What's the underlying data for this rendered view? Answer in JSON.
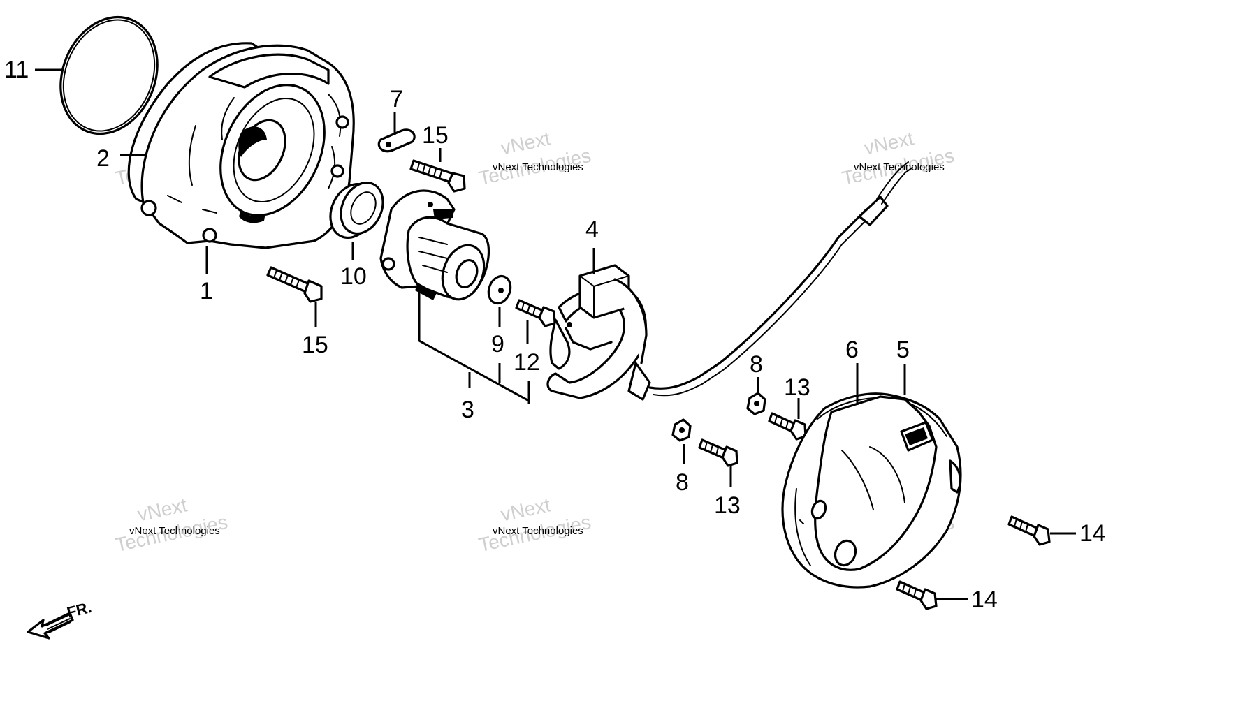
{
  "callouts": {
    "c1": "1",
    "c2": "2",
    "c3": "3",
    "c4": "4",
    "c5": "5",
    "c6": "6",
    "c7": "7",
    "c8a": "8",
    "c8b": "8",
    "c9": "9",
    "c10": "10",
    "c11": "11",
    "c12": "12",
    "c13a": "13",
    "c13b": "13",
    "c14a": "14",
    "c14b": "14",
    "c15a": "15",
    "c15b": "15"
  },
  "watermark": {
    "company": "vNext Technologies",
    "line1": "vNext",
    "line2": "Technologies"
  },
  "direction": {
    "label": "FR."
  }
}
